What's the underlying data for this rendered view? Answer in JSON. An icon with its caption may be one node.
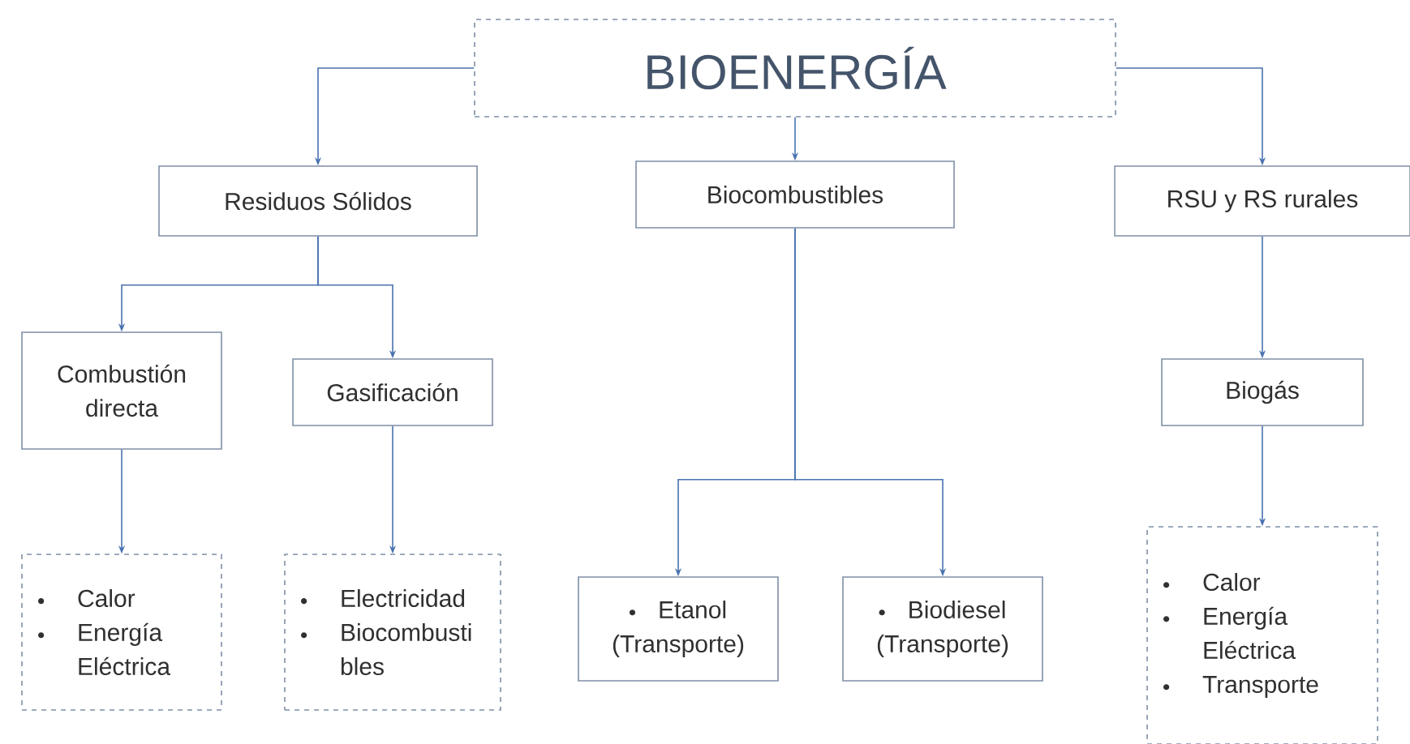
{
  "diagram": {
    "nodes": [
      {
        "text": [
          "BIOENERGÍA"
        ]
      },
      {
        "text": [
          "Residuos Sólidos"
        ]
      },
      {
        "text": [
          "Biocombustibles"
        ]
      },
      {
        "text": [
          "RSU y RS rurales"
        ]
      },
      {
        "text": [
          "Combustión directa"
        ]
      },
      {
        "text": [
          "Gasificación"
        ]
      },
      {
        "text": [
          "Etanol (Transporte)"
        ]
      },
      {
        "text": [
          "Biodiesel (Transporte)"
        ]
      },
      {
        "text": [
          "Biogás"
        ]
      },
      {
        "text": [
          "Calor",
          "Energía Eléctrica"
        ]
      },
      {
        "text": [
          "Electricidad",
          "Biocombusti bles"
        ]
      },
      {
        "text": [
          "Calor",
          "Energía Eléctrica",
          "Transporte"
        ]
      }
    ],
    "edges": [
      {
        "from": 0,
        "to": 1,
        "arrow": "to"
      },
      {
        "from": 0,
        "to": 2,
        "arrow": "to"
      },
      {
        "from": 0,
        "to": 3,
        "arrow": "to"
      },
      {
        "from": 1,
        "to": 4,
        "arrow": "to"
      },
      {
        "from": 1,
        "to": 5,
        "arrow": "to"
      },
      {
        "from": 2,
        "to": 6,
        "arrow": "to"
      },
      {
        "from": 2,
        "to": 7,
        "arrow": "to"
      },
      {
        "from": 3,
        "to": 8,
        "arrow": "to"
      },
      {
        "from": 4,
        "to": 9,
        "arrow": "to"
      },
      {
        "from": 5,
        "to": 10,
        "arrow": "to"
      },
      {
        "from": 8,
        "to": 11,
        "arrow": "to"
      }
    ]
  }
}
